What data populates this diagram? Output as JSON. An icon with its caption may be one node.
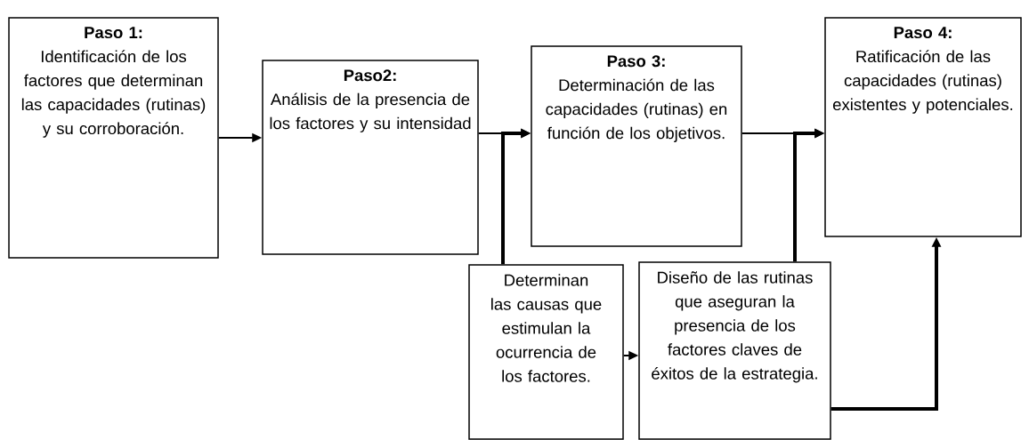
{
  "diagram": {
    "nodes": [
      {
        "text": [
          "Paso 1:",
          "Identificación de los factores que determinan las capacidades (rutinas) y su corroboración."
        ]
      },
      {
        "text": [
          "Paso2:",
          "Análisis de la presencia de los factores y su intensidad"
        ]
      },
      {
        "text": [
          "Paso 3:",
          "Determinación de las capacidades (rutinas) en función de los objetivos."
        ]
      },
      {
        "text": [
          "Paso 4:",
          "Ratificación de las capacidades (rutinas) existentes y potenciales."
        ]
      },
      {
        "text": [
          "Determinan las causas que estimulan la ocurrencia de los factores."
        ]
      },
      {
        "text": [
          "Diseño de las rutinas que aseguran la presencia de los factores claves de éxitos de la estrategia."
        ]
      }
    ],
    "edges": [
      {
        "from": 0,
        "to": 1,
        "arrow": "to"
      },
      {
        "from": 1,
        "to": 2,
        "arrow": "to"
      },
      {
        "from": 4,
        "to": 2,
        "arrow": "to",
        "style": "thick"
      },
      {
        "from": 2,
        "to": 3,
        "arrow": "to"
      },
      {
        "from": 5,
        "to": 3,
        "arrow": "to",
        "style": "thick"
      },
      {
        "from": 4,
        "to": 5,
        "arrow": "to"
      },
      {
        "from": 5,
        "to": 3,
        "arrow": "to",
        "style": "thick"
      }
    ]
  }
}
